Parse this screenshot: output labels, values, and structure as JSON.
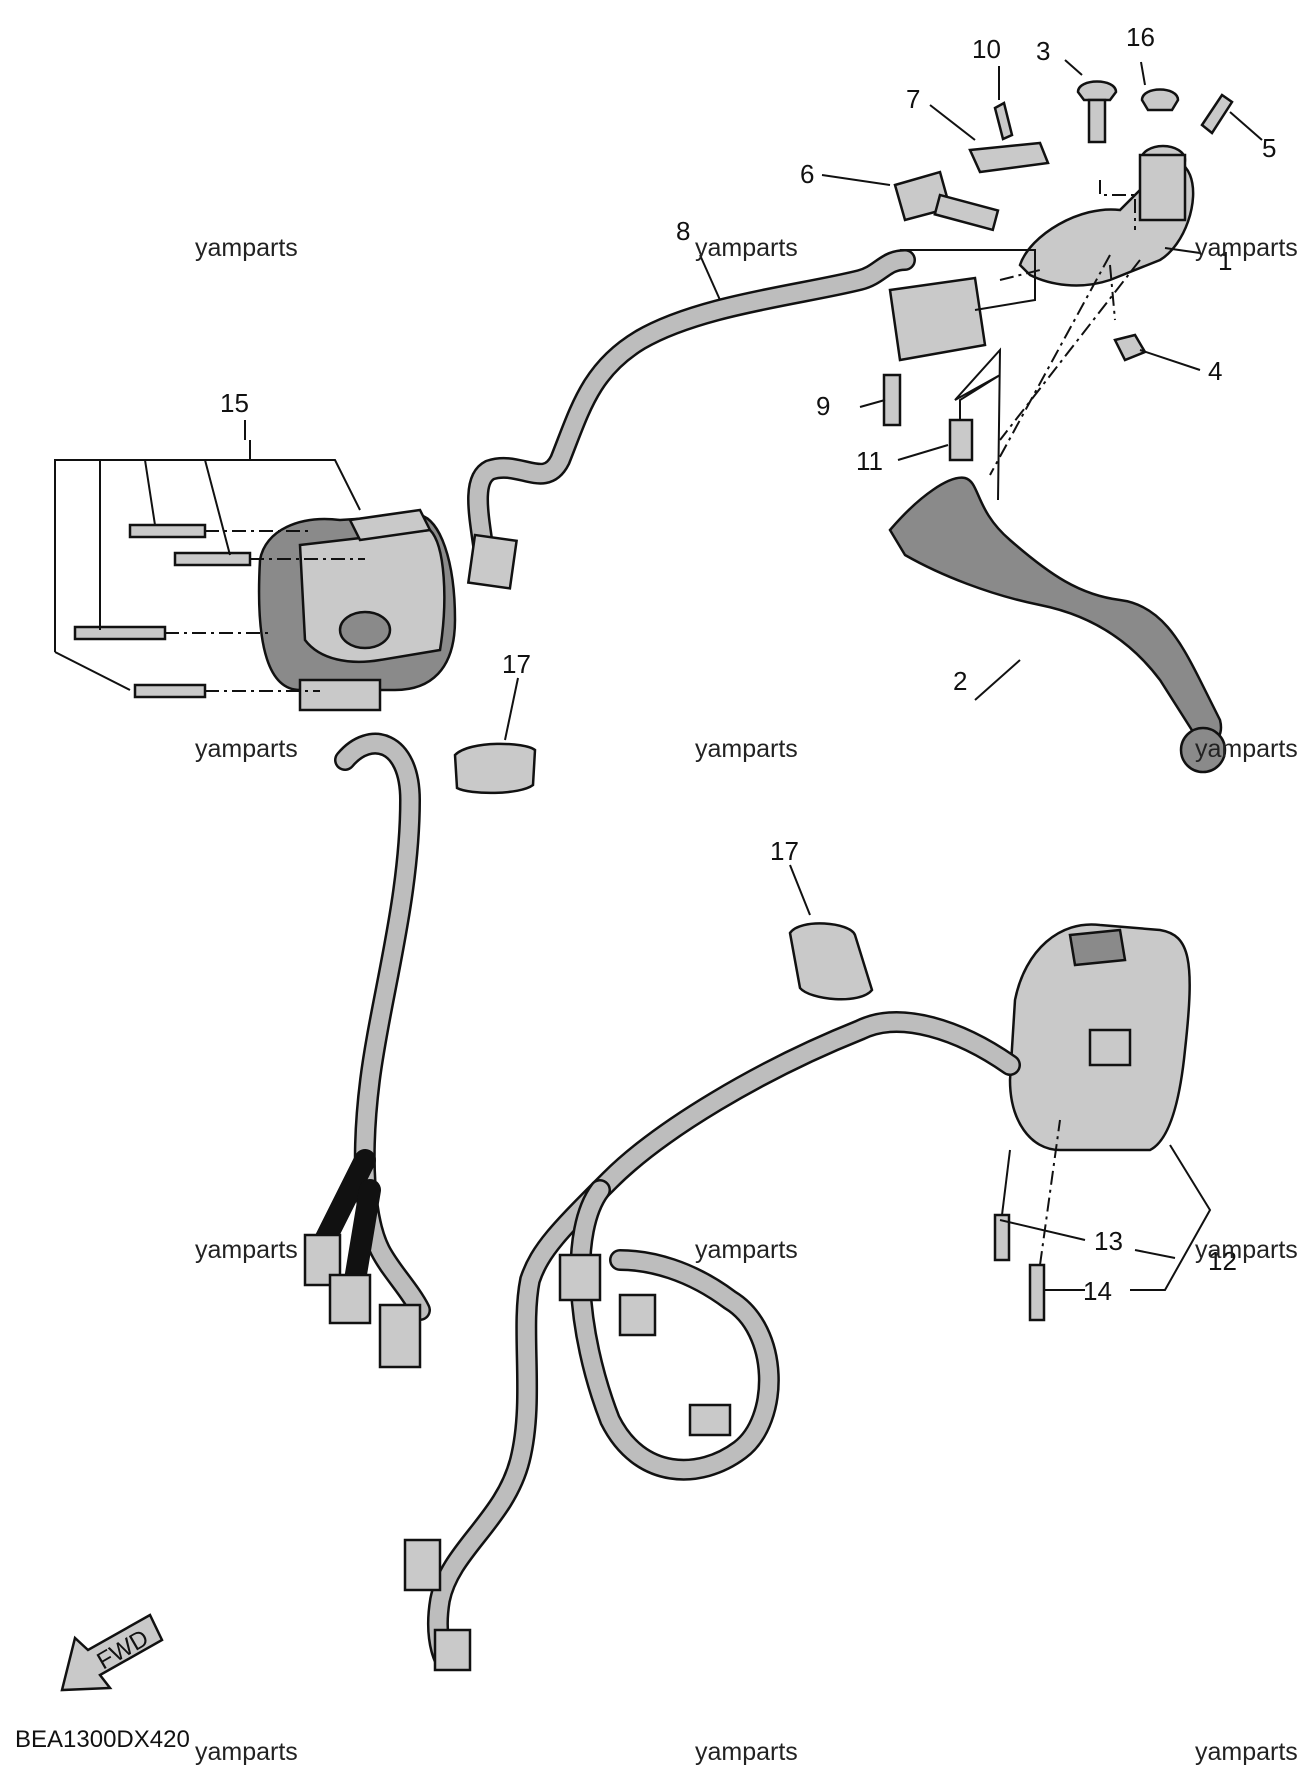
{
  "diagram": {
    "code": "BEA1300DX420",
    "fwd_label": "FWD",
    "watermark": "yamparts",
    "callouts": [
      "1",
      "2",
      "3",
      "4",
      "5",
      "6",
      "7",
      "8",
      "9",
      "10",
      "11",
      "12",
      "13",
      "14",
      "15",
      "16",
      "17",
      "17"
    ]
  }
}
